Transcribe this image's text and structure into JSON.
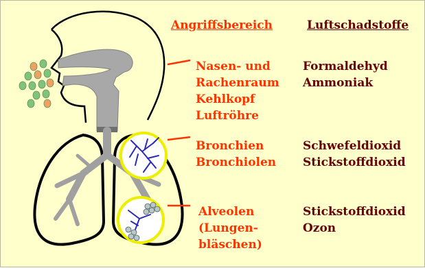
{
  "colors": {
    "background": "#ffffcc",
    "zone_text": "#ff3300",
    "pollutant_text": "#660000",
    "outline": "#000000",
    "airway": "#a0a0a0",
    "bronchi_detail": "#2b2bb3",
    "highlight_ring": "#eeee00",
    "particle_green": "#7fc47a",
    "particle_orange": "#f0a060"
  },
  "headers": {
    "zone": "Angriffsbereich",
    "pollutants": "Luftschadstoffe"
  },
  "rows": [
    {
      "zone_lines": [
        "Nasen- und",
        "Rachenraum",
        "Kehlkopf",
        "Luftröhre"
      ],
      "pollutants": [
        "Formaldehyd",
        "Ammoniak"
      ]
    },
    {
      "zone_lines": [
        "Bronchien",
        "Bronchiolen"
      ],
      "pollutants": [
        "Schwefeldioxid",
        "Stickstoffdioxid"
      ]
    },
    {
      "zone_lines": [
        "Alveolen",
        "(Lungen-",
        "bläschen)"
      ],
      "pollutants": [
        "Stickstoffdioxid",
        "Ozon"
      ]
    }
  ]
}
